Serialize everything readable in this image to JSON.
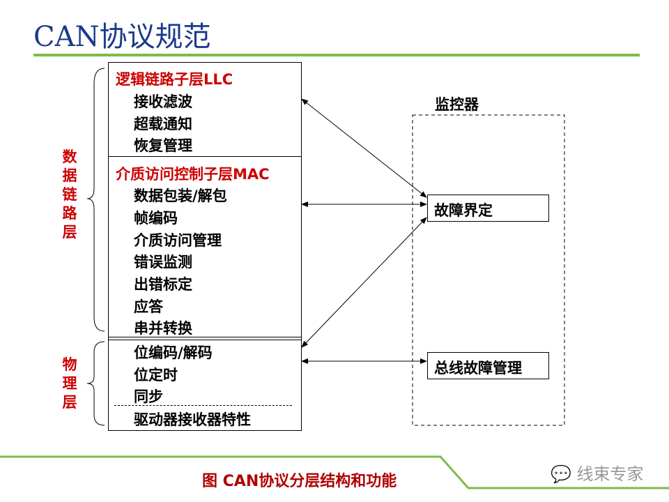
{
  "title": "CAN协议规范",
  "llc": {
    "header": "逻辑链路子层LLC",
    "items": [
      "接收滤波",
      "超载通知",
      "恢复管理"
    ]
  },
  "mac": {
    "header": "介质访问控制子层MAC",
    "items": [
      "数据包装/解包",
      "帧编码",
      "介质访问管理",
      "错误监测",
      "出错标定",
      "应答",
      "串并转换"
    ]
  },
  "phy": {
    "items": [
      "位编码/解码",
      "位定时",
      "同步",
      "驱动器接收器特性"
    ]
  },
  "side_labels": {
    "datalink": "数据链路层",
    "physical": "物理层"
  },
  "monitor": {
    "title": "监控器",
    "fault": "故障界定",
    "bus_fault": "总线故障管理"
  },
  "caption": "图  CAN协议分层结构和功能",
  "watermark": "线束专家",
  "colors": {
    "green": "#7dbb4a",
    "red": "#cc0000",
    "title": "#1a3a8c"
  }
}
